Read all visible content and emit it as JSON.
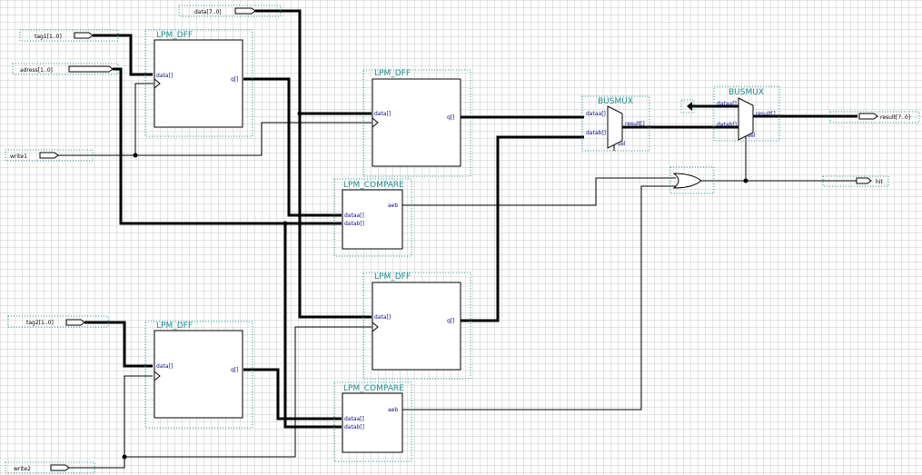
{
  "pins": {
    "data": "data[7..0]",
    "tag1": "tag1[1..0]",
    "adress": "adress[1..0]",
    "write1": "write1",
    "tag2": "tag2[1..0]",
    "write2": "write2",
    "result": "result[7..0]",
    "hit": "hit"
  },
  "blocks": {
    "dff": "LPM_DFF",
    "compare": "LPM_COMPARE",
    "busmux": "BUSMUX"
  },
  "ports": {
    "data": "data[]",
    "q": "q[]",
    "dataa": "dataa[]",
    "datab": "datab[]",
    "aeb": "aeb",
    "result": "result[]",
    "sel": "sel"
  },
  "colors": {
    "grid": "#969696",
    "block_title": "#1b8a8a",
    "port_label": "#0a0a8a",
    "highlight": "#2a9a9a"
  }
}
